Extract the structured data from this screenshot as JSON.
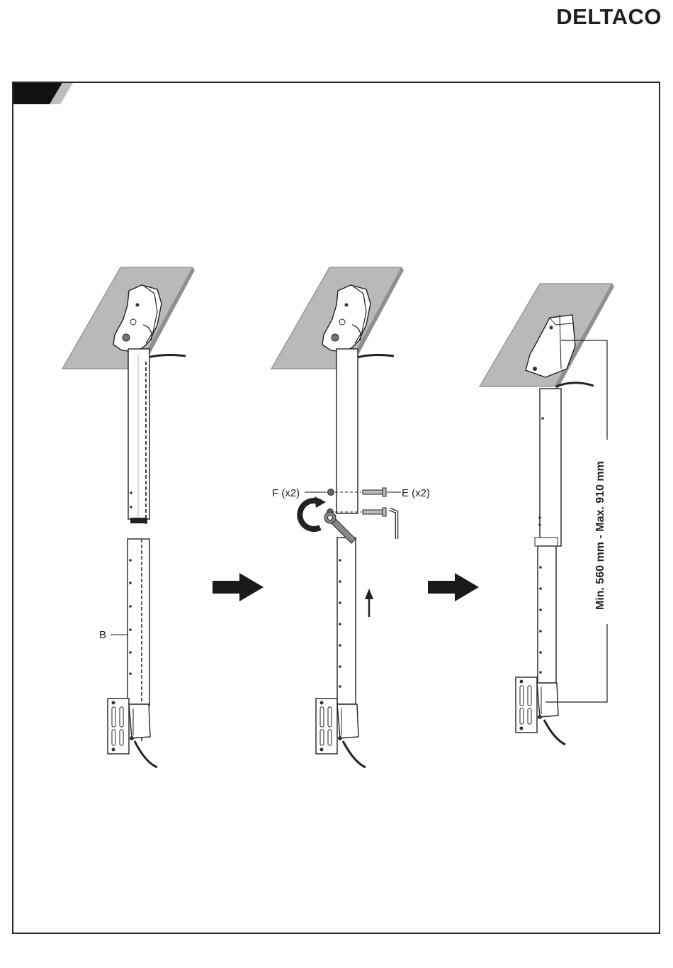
{
  "header": {
    "brand": "DELTACO"
  },
  "step1": {
    "label_b": "B"
  },
  "step2": {
    "label_f": "F (x2)",
    "label_e": "E (x2)"
  },
  "step3": {
    "dimension": "Min. 560 mm - Max. 910 mm"
  },
  "colors": {
    "panel": "#b9b9b9",
    "panel_edge": "#8f8f8f",
    "arrow": "#1a1a1a",
    "tab": "#111111",
    "tab_shade": "#bdbdbd"
  }
}
